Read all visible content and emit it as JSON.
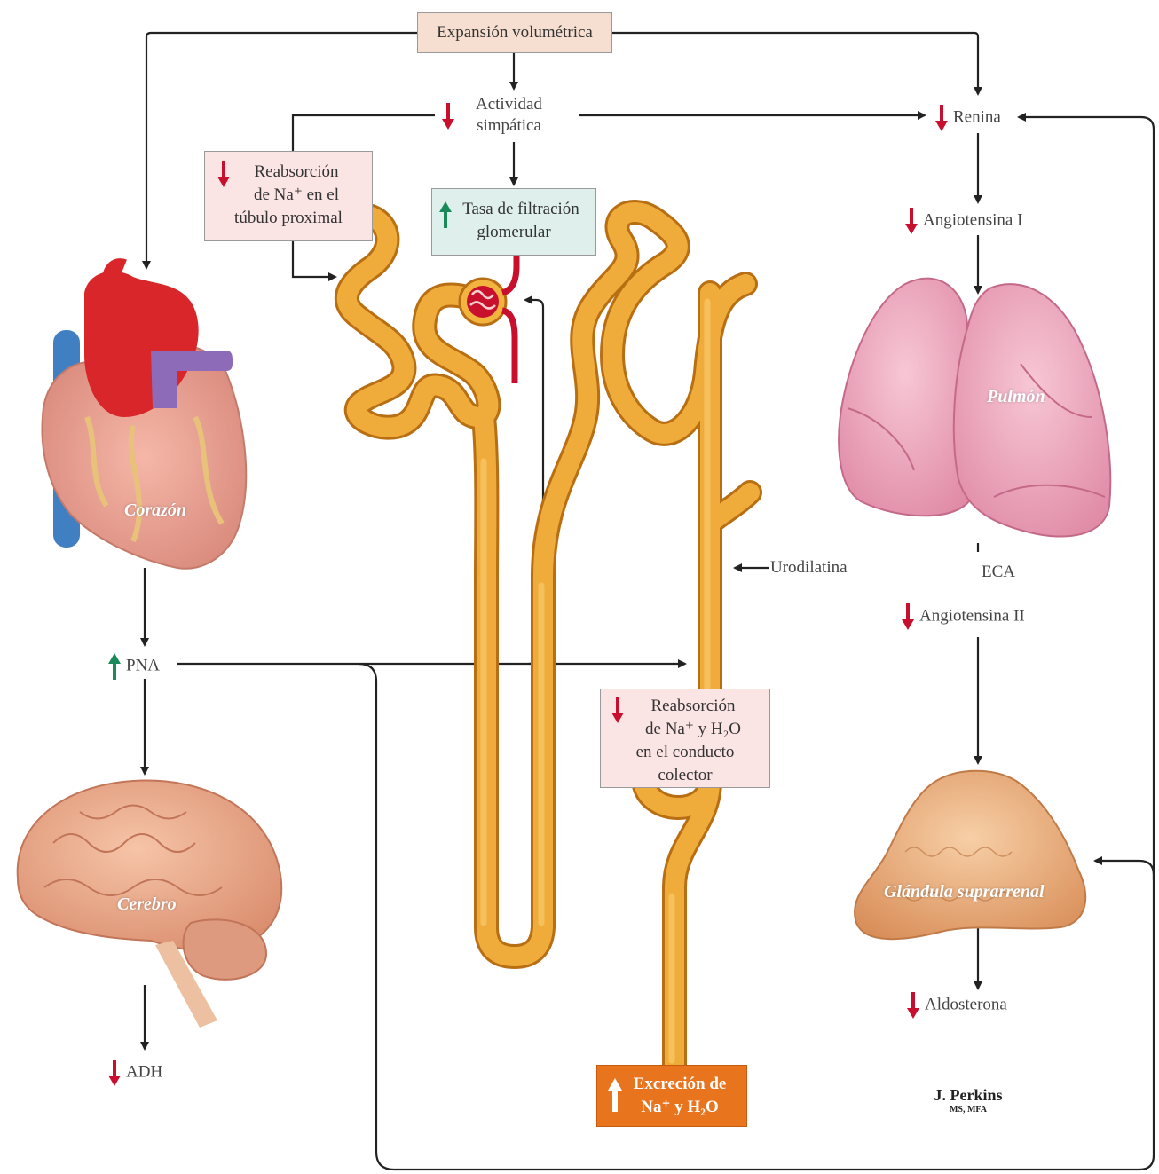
{
  "top": {
    "expansion": "Expansión volumétrica"
  },
  "sympathetic": {
    "line1": "Actividad",
    "line2": "simpática"
  },
  "renin": "Renina",
  "angiotensin1": "Angiotensina I",
  "eca": "ECA",
  "angiotensin2": "Angiotensina II",
  "aldosterone": "Aldosterona",
  "proximal_box": {
    "line1": "Reabsorción",
    "line2": "de Na⁺ en el",
    "line3": "túbulo proximal"
  },
  "gfr_box": {
    "line1": "Tasa de filtración",
    "line2": "glomerular"
  },
  "collecting_box": {
    "line1": "Reabsorción",
    "line2": "de Na⁺ y H₂O",
    "line3": "en el conducto",
    "line4": "colector"
  },
  "excretion_box": {
    "line1": "Excreción de",
    "line2": "Na⁺ y H₂O"
  },
  "urodilatin": "Urodilatina",
  "pna": "PNA",
  "adh": "ADH",
  "organs": {
    "heart": "Corazón",
    "lung": "Pulmón",
    "brain": "Cerebro",
    "adrenal": "Glándula suprarrenal"
  },
  "signature": {
    "name": "J. Perkins",
    "credentials": "MS, MFA"
  },
  "colors": {
    "down_arrow": "#c8102e",
    "up_arrow": "#1b8a5a",
    "tubule": "#e9a22f",
    "box_pink": "#fbe4e4",
    "box_teal": "#dff0ec",
    "box_orange": "#e8741e",
    "box_top": "#f6dfd0"
  }
}
